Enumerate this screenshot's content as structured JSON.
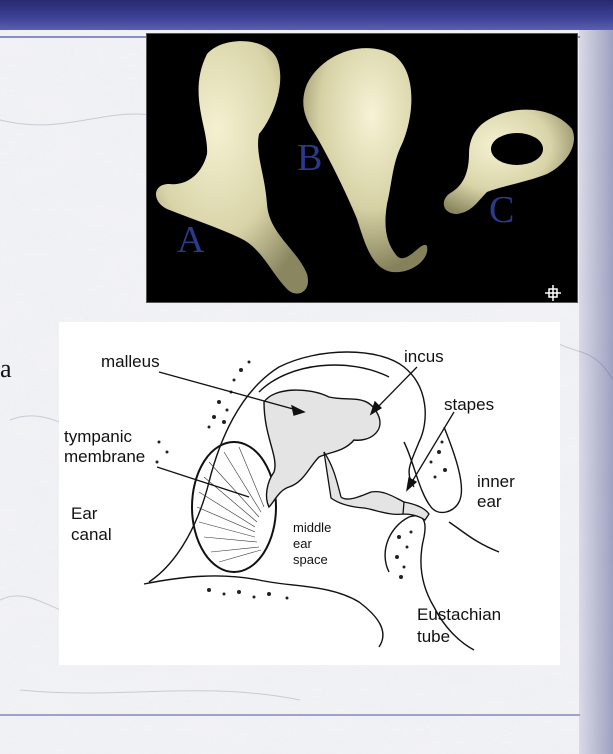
{
  "slide": {
    "cut_off_text": "a"
  },
  "photo": {
    "labels": {
      "a": "A",
      "b": "B",
      "c": "C"
    }
  },
  "diagram": {
    "labels": {
      "malleus": "malleus",
      "incus": "incus",
      "stapes": "stapes",
      "tympanic": "tympanic",
      "membrane": "membrane",
      "inner": "inner",
      "ear": "ear",
      "ear_word": "Ear",
      "canal": "canal",
      "middle": "middle",
      "ear2": "ear",
      "space": "space",
      "eustachian": "Eustachian",
      "tube": "tube"
    }
  },
  "colors": {
    "title_bar": "#3e4296",
    "bone": "#e8e4c0",
    "label_blue": "#2b3b8c"
  }
}
